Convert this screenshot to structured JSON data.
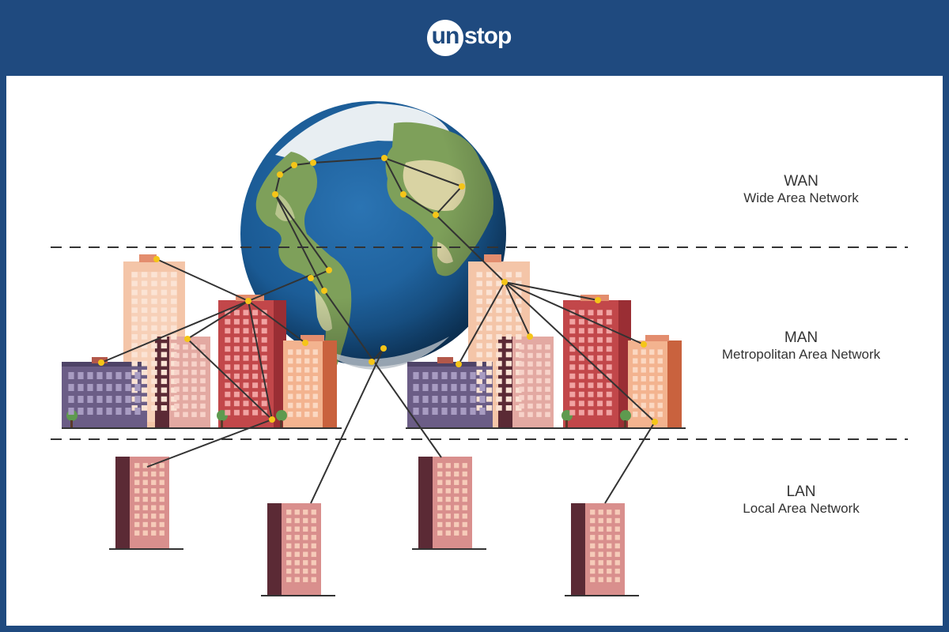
{
  "header": {
    "logo_un": "un",
    "logo_rest": "stop",
    "background": "#1f4a7f"
  },
  "levels": [
    {
      "abbr": "WAN",
      "name": "Wide Area Network"
    },
    {
      "abbr": "MAN",
      "name": "Metropolitan Area Network"
    },
    {
      "abbr": "LAN",
      "name": "Local Area Network"
    }
  ],
  "colors": {
    "ocean": "#1d5f97",
    "land": "#8fb269",
    "node": "#f5c518",
    "link": "#333333"
  }
}
